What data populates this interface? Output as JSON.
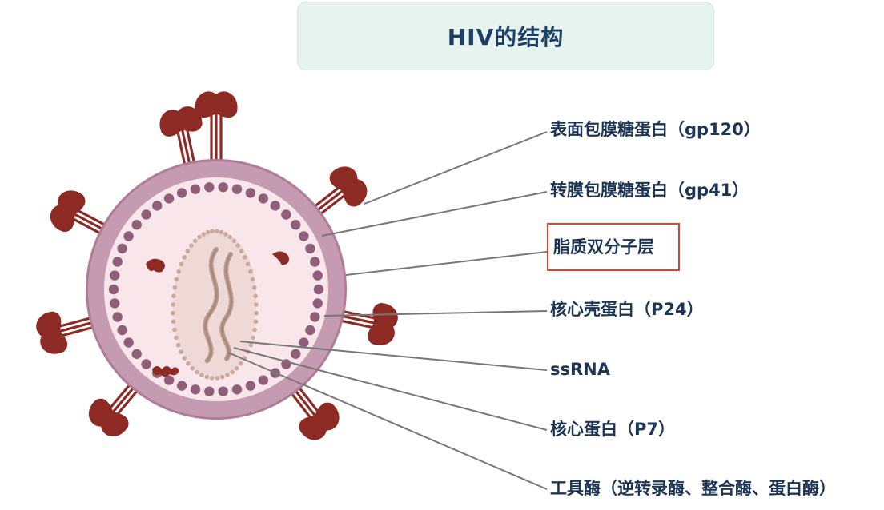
{
  "title": "HIV的结构",
  "labels": {
    "gp120": "表面包膜糖蛋白（gp120）",
    "gp41": "转膜包膜糖蛋白（gp41）",
    "lipid_bilayer": "脂质双分子层",
    "p24": "核心壳蛋白（P24）",
    "ssrna": "ssRNA",
    "p7": "核心蛋白（P7）",
    "enzymes": "工具酶（逆转录酶、整合酶、蛋白酶）"
  },
  "colors": {
    "title_bg": "#e6f3ef",
    "title_text": "#1d3f66",
    "envelope": "#a5728f",
    "capsid_dot": "#8f5f7a",
    "interior": "#f7e7ea",
    "spike": "#8e2a24",
    "core_fill": "#ead6cf",
    "rna": "#b79a8d",
    "highlight_box": "#e0402a"
  }
}
